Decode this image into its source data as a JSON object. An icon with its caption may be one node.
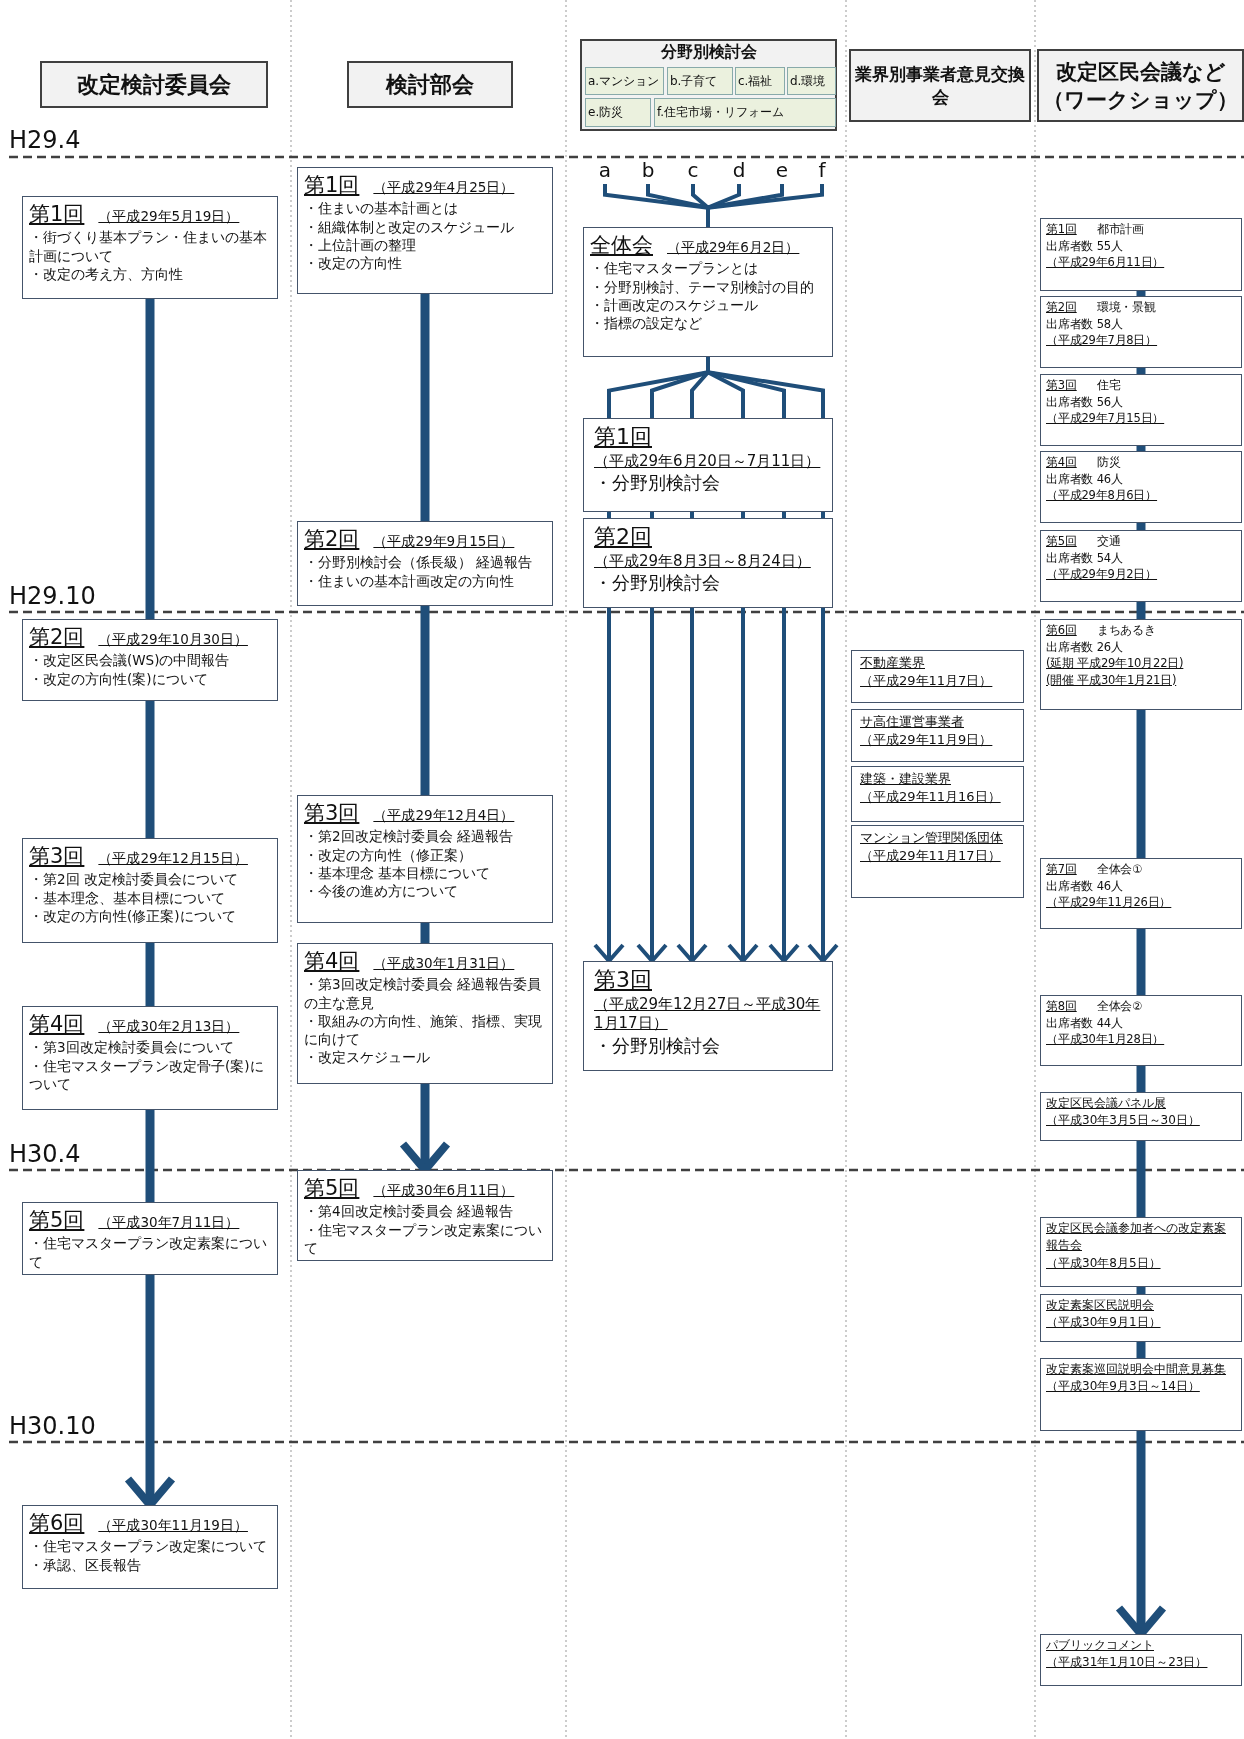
{
  "diagram": {
    "nodes": [
      {
        "text": [
          "改定検討委員会"
        ]
      },
      {
        "text": [
          "検討部会"
        ]
      },
      {
        "text": [
          "分野別検討会"
        ]
      },
      {
        "text": [
          "a.マンション"
        ],
        "in": 2
      },
      {
        "text": [
          "b.子育て"
        ],
        "in": 2
      },
      {
        "text": [
          "c.福祉"
        ],
        "in": 2
      },
      {
        "text": [
          "d.環境"
        ],
        "in": 2
      },
      {
        "text": [
          "e.防災"
        ],
        "in": 2
      },
      {
        "text": [
          "f.住宅市場・リフォーム"
        ],
        "in": 2
      },
      {
        "text": [
          "業界別事業者意見交換会"
        ]
      },
      {
        "text": [
          "改定区民会議など（ワークショップ）"
        ]
      },
      {
        "text": [
          "第1回",
          "（平成29年5月19日）",
          "・街づくり基本プラン・住まいの基本計画について",
          "・改定の考え方、方向性"
        ]
      },
      {
        "text": [
          "第2回",
          "（平成29年10月30日）",
          "・改定区民会議(WS)の中間報告",
          "・改定の方向性(案)について"
        ]
      },
      {
        "text": [
          "第3回",
          "（平成29年12月15日）",
          "・第2回 改定検討委員会について",
          "・基本理念、基本目標について",
          "・改定の方向性(修正案)について"
        ]
      },
      {
        "text": [
          "第4回",
          "（平成30年2月13日）",
          "・第3回改定検討委員会について",
          "・住宅マスタープラン改定骨子(案)について"
        ]
      },
      {
        "text": [
          "第5回",
          "（平成30年7月11日）",
          "・住宅マスタープラン改定素案について"
        ]
      },
      {
        "text": [
          "第6回",
          "（平成30年11月19日）",
          "・住宅マスタープラン改定案について",
          "・承認、区長報告"
        ]
      },
      {
        "text": [
          "第1回",
          "（平成29年4月25日）",
          "・住まいの基本計画とは",
          "・組織体制と改定のスケジュール",
          "・上位計画の整理",
          "・改定の方向性"
        ]
      },
      {
        "text": [
          "第2回",
          "（平成29年9月15日）",
          "・分野別検討会（係長級） 経過報告",
          "・住まいの基本計画改定の方向性"
        ]
      },
      {
        "text": [
          "第3回",
          "（平成29年12月4日）",
          "・第2回改定検討委員会 経過報告",
          "・改定の方向性（修正案）",
          "・基本理念 基本目標について",
          "・今後の進め方について"
        ]
      },
      {
        "text": [
          "第4回",
          "（平成30年1月31日）",
          "・第3回改定検討委員会 経過報告委員の主な意見",
          "・取組みの方向性、施策、指標、実現に向けて",
          "・改定スケジュール"
        ]
      },
      {
        "text": [
          "第5回",
          "（平成30年6月11日）",
          "・第4回改定検討委員会 経過報告",
          "・住宅マスタープラン改定素案について"
        ]
      },
      {
        "text": [
          "a"
        ]
      },
      {
        "text": [
          "b"
        ]
      },
      {
        "text": [
          "c"
        ]
      },
      {
        "text": [
          "d"
        ]
      },
      {
        "text": [
          "e"
        ]
      },
      {
        "text": [
          "f"
        ]
      },
      {
        "text": [
          "全体会",
          "（平成29年6月2日）",
          "・住宅マスタープランとは",
          "・分野別検討、テーマ別検討の目的",
          "・計画改定のスケジュール",
          "・指標の設定など"
        ]
      },
      {
        "text": [
          "第1回",
          "（平成29年6月20日～7月11日）",
          "・分野別検討会"
        ]
      },
      {
        "text": [
          "第2回",
          "（平成29年8月3日～8月24日）",
          "・分野別検討会"
        ]
      },
      {
        "text": [
          "第3回",
          "（平成29年12月27日～平成30年1月17日）",
          "・分野別検討会"
        ]
      },
      {
        "text": [
          "不動産業界",
          "（平成29年11月7日）"
        ]
      },
      {
        "text": [
          "サ高住運営事業者",
          "（平成29年11月9日）"
        ]
      },
      {
        "text": [
          "建築・建設業界",
          "（平成29年11月16日）"
        ]
      },
      {
        "text": [
          "マンション管理関係団体",
          "（平成29年11月17日）"
        ]
      },
      {
        "text": [
          "第1回",
          "都市計画",
          "出席者数 55人",
          "（平成29年6月11日）"
        ]
      },
      {
        "text": [
          "第2回",
          "環境・景観",
          "出席者数 58人",
          "（平成29年7月8日）"
        ]
      },
      {
        "text": [
          "第3回",
          "住宅",
          "出席者数 56人",
          "（平成29年7月15日）"
        ]
      },
      {
        "text": [
          "第4回",
          "防災",
          "出席者数 46人",
          "（平成29年8月6日）"
        ]
      },
      {
        "text": [
          "第5回",
          "交通",
          "出席者数 54人",
          "（平成29年9月2日）"
        ]
      },
      {
        "text": [
          "第6回",
          "まちあるき",
          "出席者数 26人",
          "(延期 平成29年10月22日)",
          "(開催 平成30年1月21日)"
        ]
      },
      {
        "text": [
          "第7回",
          "全体会①",
          "出席者数 46人",
          "（平成29年11月26日）"
        ]
      },
      {
        "text": [
          "第8回",
          "全体会②",
          "出席者数 44人",
          "（平成30年1月28日）"
        ]
      },
      {
        "text": [
          "改定区民会議パネル展",
          "（平成30年3月5日～30日）"
        ]
      },
      {
        "text": [
          "改定区民会議参加者への改定素案報告会",
          "（平成30年8月5日）"
        ]
      },
      {
        "text": [
          "改定素案区民説明会",
          "（平成30年9月1日）"
        ]
      },
      {
        "text": [
          "改定素案巡回説明会中間意見募集",
          "（平成30年9月3日～14日）"
        ]
      },
      {
        "text": [
          "パブリックコメント",
          "（平成31年1月10日～23日）"
        ]
      }
    ],
    "edges": [
      {
        "from": 11,
        "to": 12,
        "arrow": "none",
        "style": "thick"
      },
      {
        "from": 12,
        "to": 13,
        "arrow": "none",
        "style": "thick"
      },
      {
        "from": 13,
        "to": 14,
        "arrow": "none",
        "style": "thick"
      },
      {
        "from": 14,
        "to": 15,
        "arrow": "none",
        "style": "thick"
      },
      {
        "from": 15,
        "to": 16,
        "arrow": "to",
        "style": "thick"
      },
      {
        "from": 17,
        "to": 18,
        "arrow": "none",
        "style": "thick"
      },
      {
        "from": 18,
        "to": 19,
        "arrow": "none",
        "style": "thick"
      },
      {
        "from": 19,
        "to": 20,
        "arrow": "none",
        "style": "thick"
      },
      {
        "from": 20,
        "to": 21,
        "arrow": "to",
        "style": "thick"
      },
      {
        "from": 22,
        "to": 28,
        "arrow": "none"
      },
      {
        "from": 23,
        "to": 28,
        "arrow": "none"
      },
      {
        "from": 24,
        "to": 28,
        "arrow": "none"
      },
      {
        "from": 25,
        "to": 28,
        "arrow": "none"
      },
      {
        "from": 26,
        "to": 28,
        "arrow": "none"
      },
      {
        "from": 27,
        "to": 28,
        "arrow": "none"
      },
      {
        "from": 28,
        "to": 29,
        "arrow": "none"
      },
      {
        "from": 28,
        "to": 29,
        "arrow": "none"
      },
      {
        "from": 28,
        "to": 29,
        "arrow": "none"
      },
      {
        "from": 28,
        "to": 29,
        "arrow": "none"
      },
      {
        "from": 28,
        "to": 29,
        "arrow": "none"
      },
      {
        "from": 28,
        "to": 29,
        "arrow": "none"
      },
      {
        "from": 29,
        "to": 30,
        "arrow": "none"
      },
      {
        "from": 29,
        "to": 30,
        "arrow": "none"
      },
      {
        "from": 29,
        "to": 30,
        "arrow": "none"
      },
      {
        "from": 29,
        "to": 30,
        "arrow": "none"
      },
      {
        "from": 29,
        "to": 30,
        "arrow": "none"
      },
      {
        "from": 29,
        "to": 30,
        "arrow": "none"
      },
      {
        "from": 30,
        "to": 31,
        "arrow": "to"
      },
      {
        "from": 30,
        "to": 31,
        "arrow": "to"
      },
      {
        "from": 30,
        "to": 31,
        "arrow": "to"
      },
      {
        "from": 30,
        "to": 31,
        "arrow": "to"
      },
      {
        "from": 30,
        "to": 31,
        "arrow": "to"
      },
      {
        "from": 30,
        "to": 31,
        "arrow": "to"
      },
      {
        "from": 36,
        "to": 37,
        "arrow": "none",
        "style": "thick"
      },
      {
        "from": 37,
        "to": 38,
        "arrow": "none",
        "style": "thick"
      },
      {
        "from": 38,
        "to": 39,
        "arrow": "none",
        "style": "thick"
      },
      {
        "from": 39,
        "to": 40,
        "arrow": "none",
        "style": "thick"
      },
      {
        "from": 40,
        "to": 41,
        "arrow": "none",
        "style": "thick"
      },
      {
        "from": 41,
        "to": 42,
        "arrow": "none",
        "style": "thick"
      },
      {
        "from": 42,
        "to": 43,
        "arrow": "none",
        "style": "thick"
      },
      {
        "from": 43,
        "to": 44,
        "arrow": "none",
        "style": "thick"
      },
      {
        "from": 44,
        "to": 45,
        "arrow": "none",
        "style": "thick"
      },
      {
        "from": 45,
        "to": 46,
        "arrow": "none",
        "style": "thick"
      },
      {
        "from": 46,
        "to": 47,
        "arrow": "none",
        "style": "thick"
      },
      {
        "from": 47,
        "to": 48,
        "arrow": "to",
        "style": "thick"
      }
    ],
    "labels": [
      "H29.4",
      "H29.10",
      "H30.4",
      "H30.10"
    ]
  }
}
